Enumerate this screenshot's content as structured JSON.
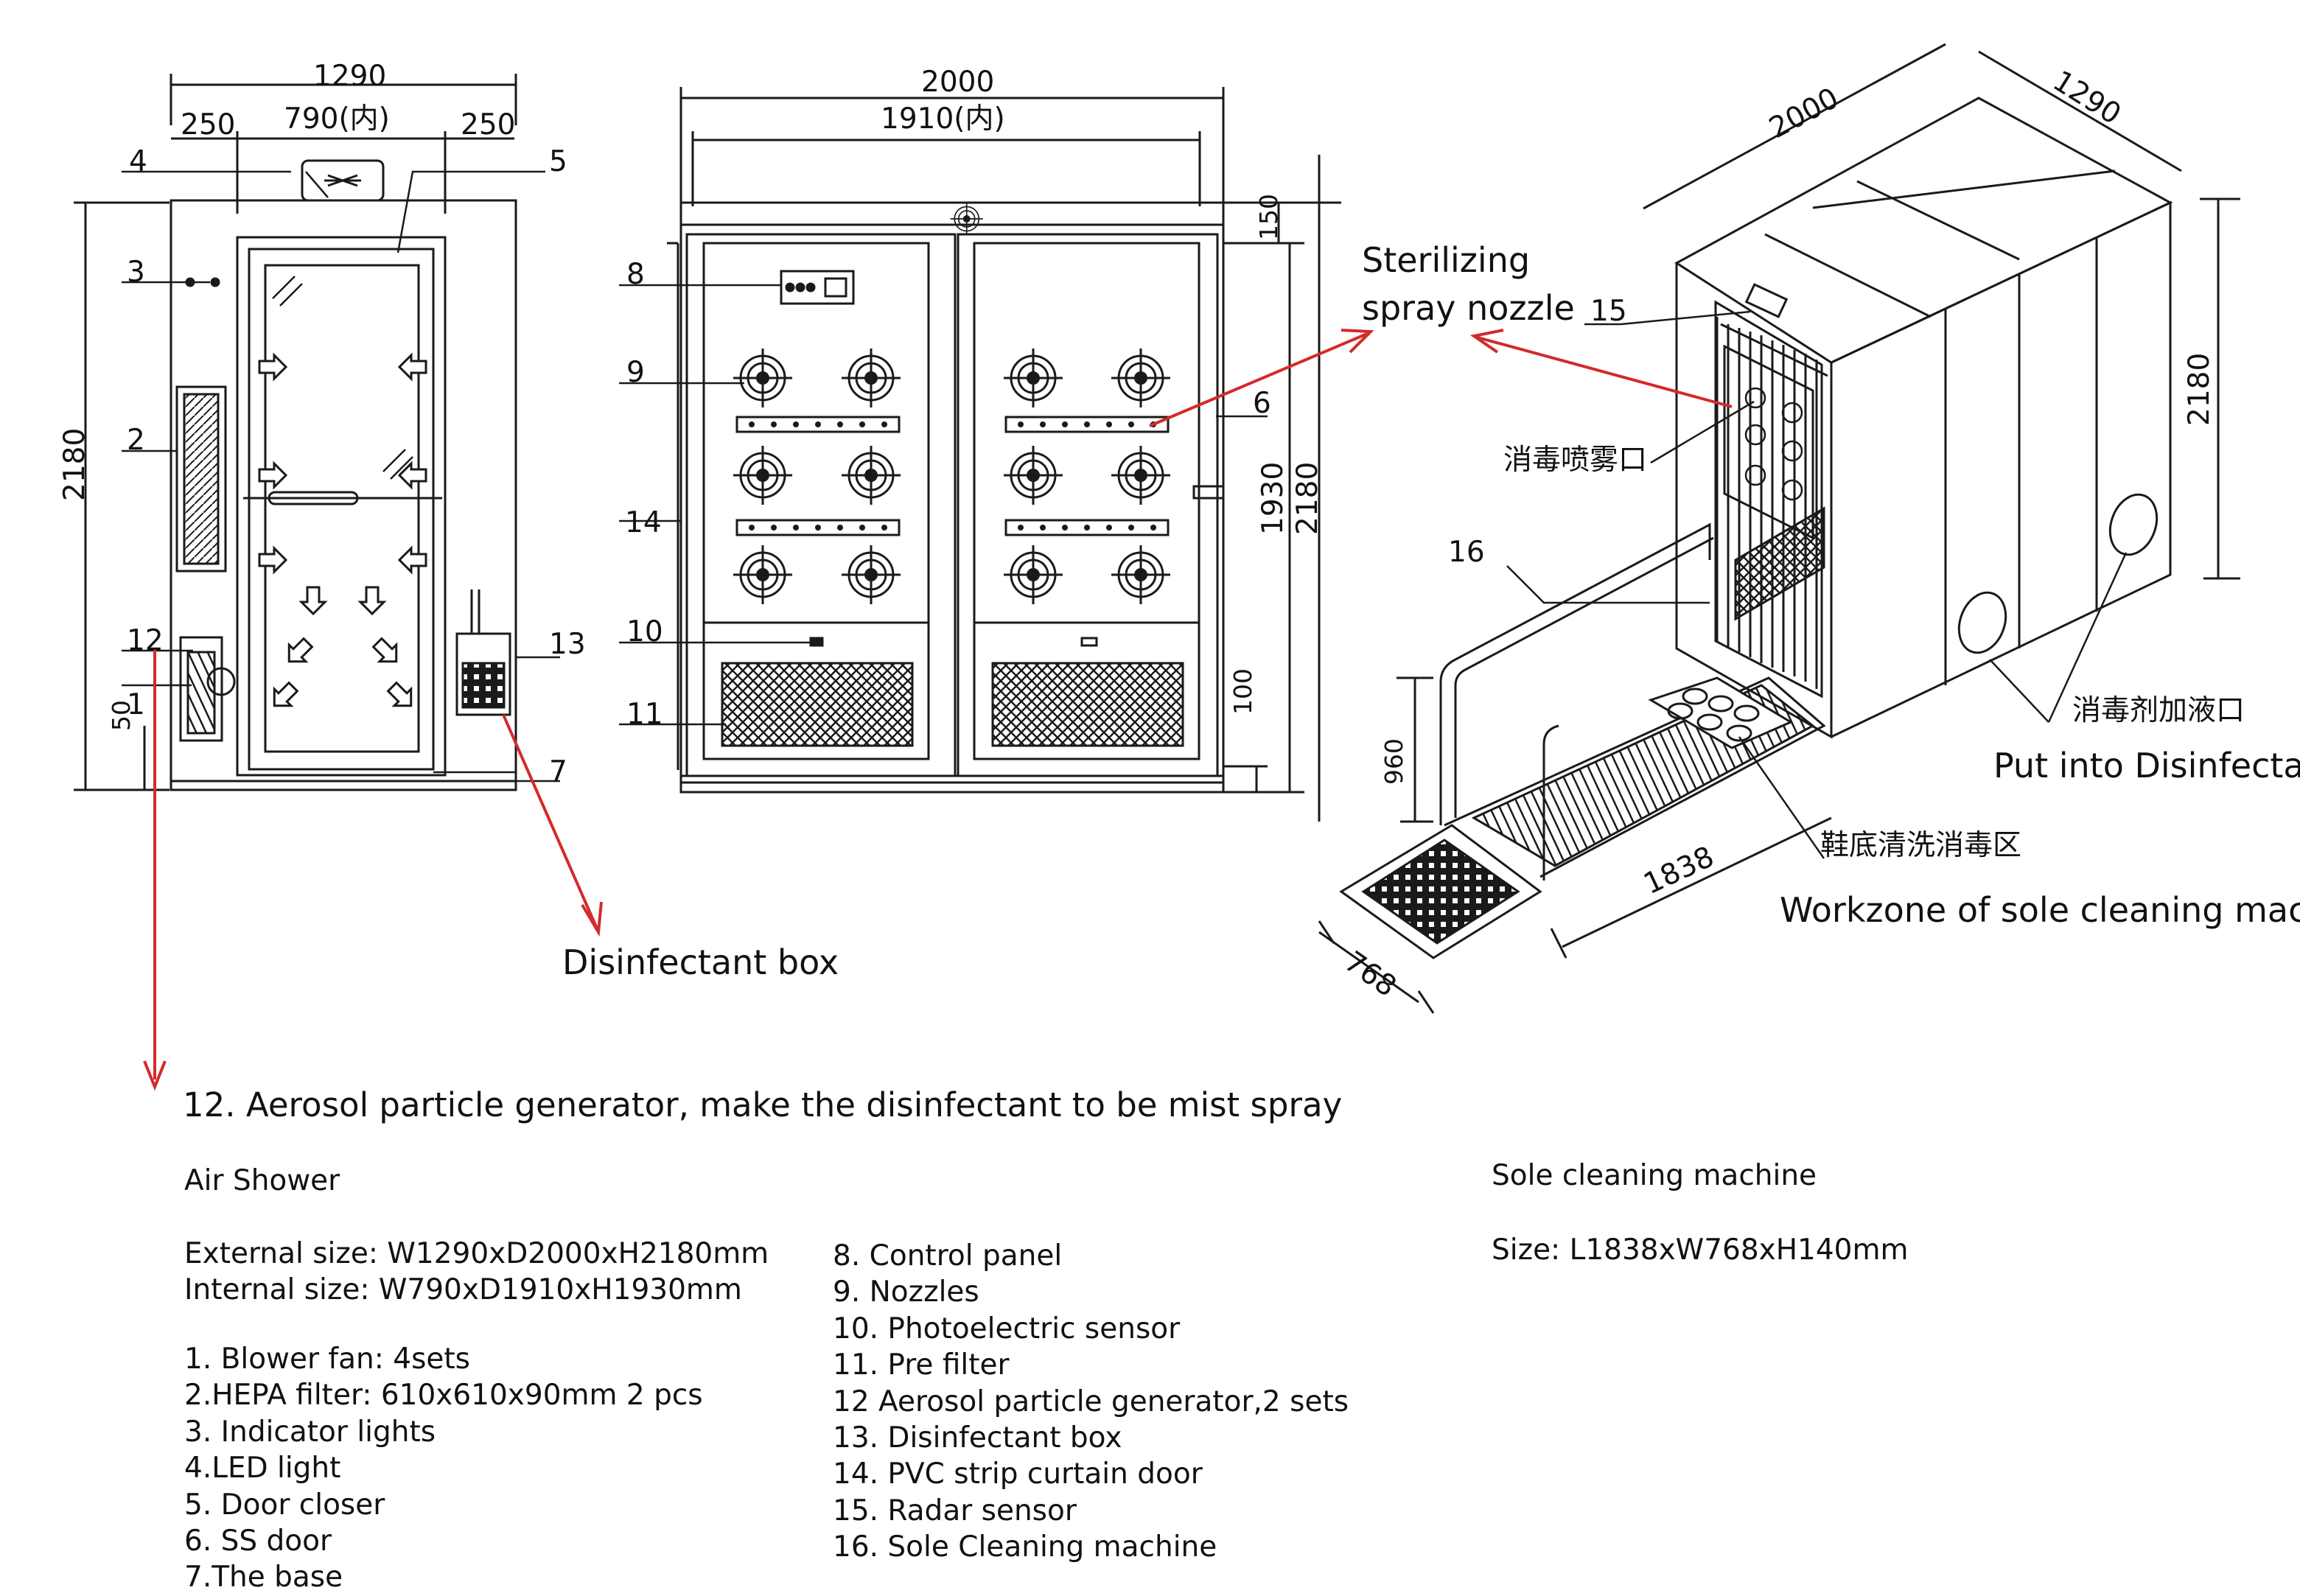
{
  "dims": {
    "front_width": "1290",
    "front_inner": "790(内)",
    "front_side_left": "250",
    "front_side_right": "250",
    "front_height": "2180",
    "front_base": "50",
    "side_width": "2000",
    "side_inner": "1910(内)",
    "side_top": "150",
    "side_inner_height": "1930",
    "side_height": "2180",
    "side_base": "100",
    "iso_length": "2000",
    "iso_width": "1290",
    "iso_height": "2180",
    "mat_length": "1838",
    "mat_width": "768",
    "rail_height": "960"
  },
  "callouts": [
    "1",
    "2",
    "3",
    "4",
    "5",
    "6",
    "7",
    "8",
    "9",
    "10",
    "11",
    "12",
    "13",
    "14",
    "15",
    "16"
  ],
  "labels": {
    "sterilizing_1": "Sterilizing",
    "sterilizing_2": "spray nozzle",
    "cn_spray": "消毒喷雾口",
    "cn_fill": "消毒剂加液口",
    "en_fill": "Put into Disinfectant",
    "cn_sole": "鞋底清洗消毒区",
    "en_sole": "Workzone of sole cleaning machine",
    "disinfectant_box": "Disinfectant box"
  },
  "notes": {
    "aerosol": "12. Aerosol particle generator, make the disinfectant to be mist spray",
    "air_shower_title": "Air Shower",
    "external_size": "External size: W1290xD2000xH2180mm",
    "internal_size": "Internal size: W790xD1910xH1930mm",
    "parts_left": [
      "1. Blower fan: 4sets",
      "2.HEPA filter: 610x610x90mm 2 pcs",
      "3. Indicator lights",
      "4.LED light",
      "5. Door closer",
      "6. SS door",
      "7.The base"
    ],
    "parts_right": [
      "8. Control panel",
      "9. Nozzles",
      "10. Photoelectric sensor",
      "11. Pre filter",
      "12 Aerosol particle generator,2 sets",
      "13. Disinfectant box",
      "14. PVC strip curtain door",
      "15. Radar sensor",
      "16. Sole Cleaning machine"
    ],
    "sole_title": "Sole cleaning machine",
    "sole_size": "Size: L1838xW768xH140mm"
  },
  "colors": {
    "line": "#1a1a1a",
    "accent": "#d42a2a"
  }
}
